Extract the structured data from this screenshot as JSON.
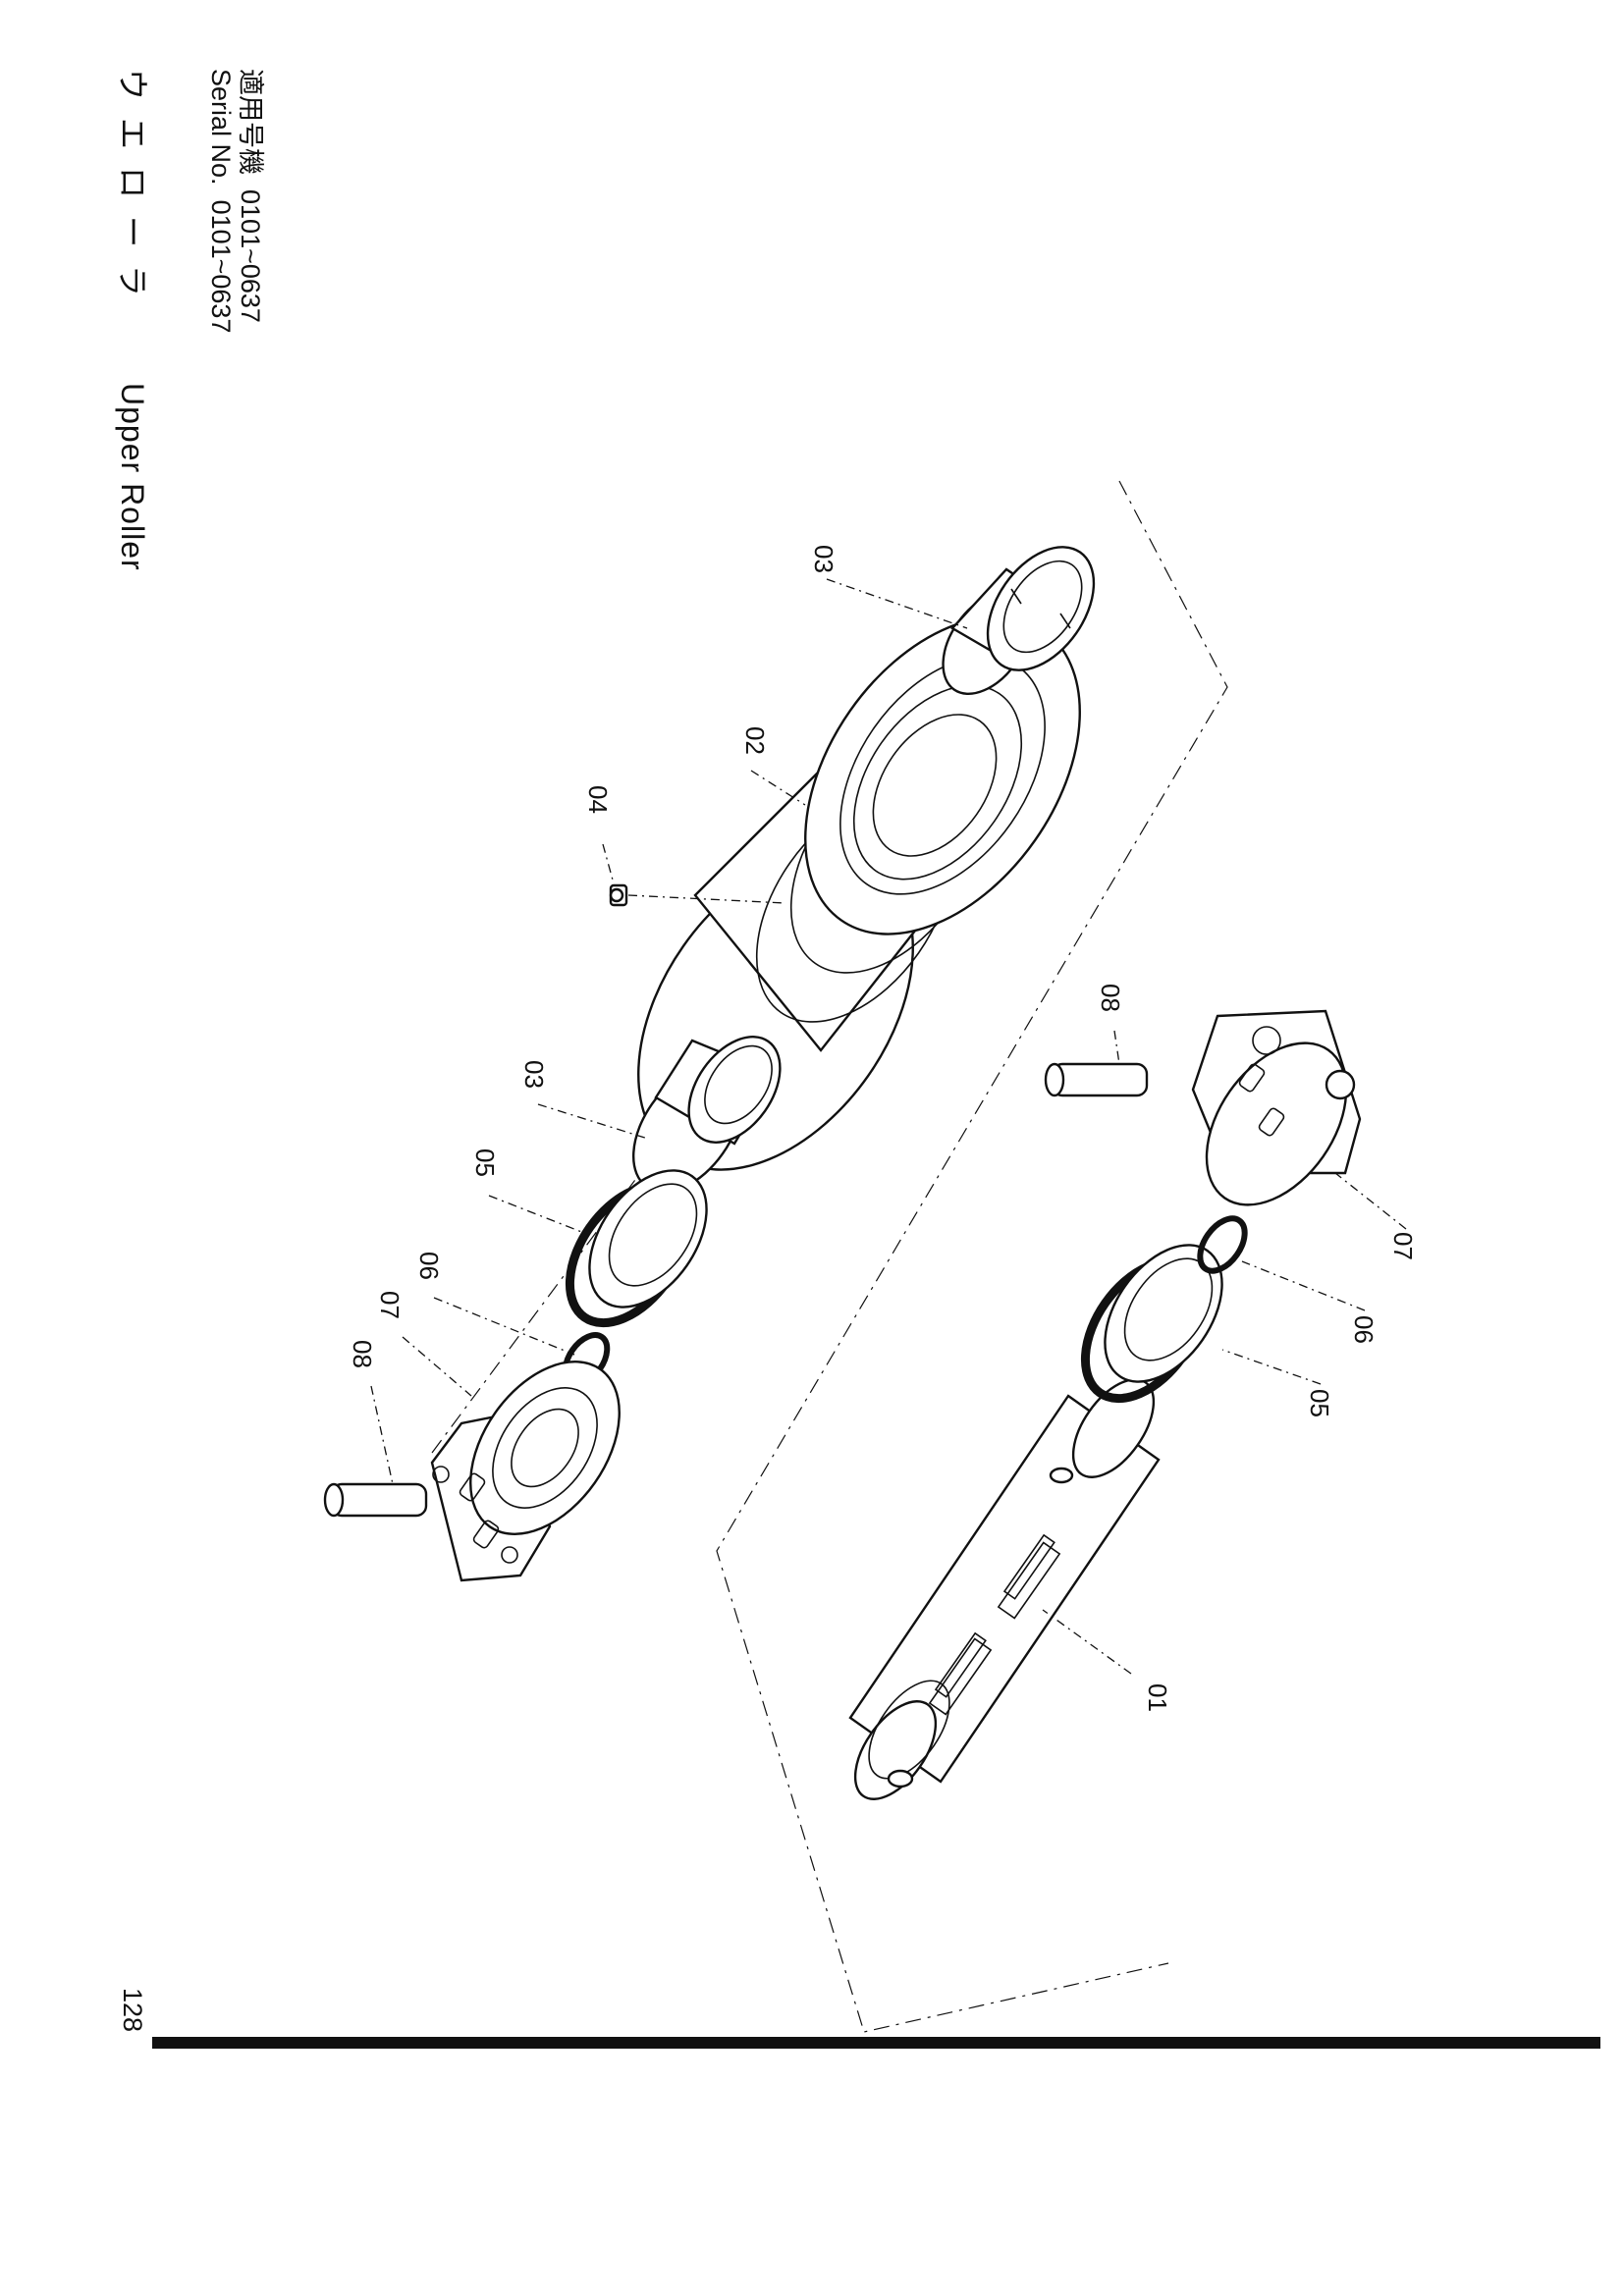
{
  "header": {
    "title_jp": "ウエローラ",
    "title_en": "Upper Roller",
    "serial_label_jp": "適用号機",
    "serial_label_en": "Serial No.",
    "serial_range_jp": "0101~0637",
    "serial_range_en": "0101~0637"
  },
  "page_number": "128",
  "parts": [
    {
      "no": "01"
    },
    {
      "no": "02"
    },
    {
      "no": "03"
    },
    {
      "no": "03"
    },
    {
      "no": "04"
    },
    {
      "no": "05"
    },
    {
      "no": "05"
    },
    {
      "no": "06"
    },
    {
      "no": "06"
    },
    {
      "no": "07"
    },
    {
      "no": "07"
    },
    {
      "no": "08"
    },
    {
      "no": "08"
    }
  ],
  "colors": {
    "ink": "#111111",
    "paper": "#ffffff"
  }
}
